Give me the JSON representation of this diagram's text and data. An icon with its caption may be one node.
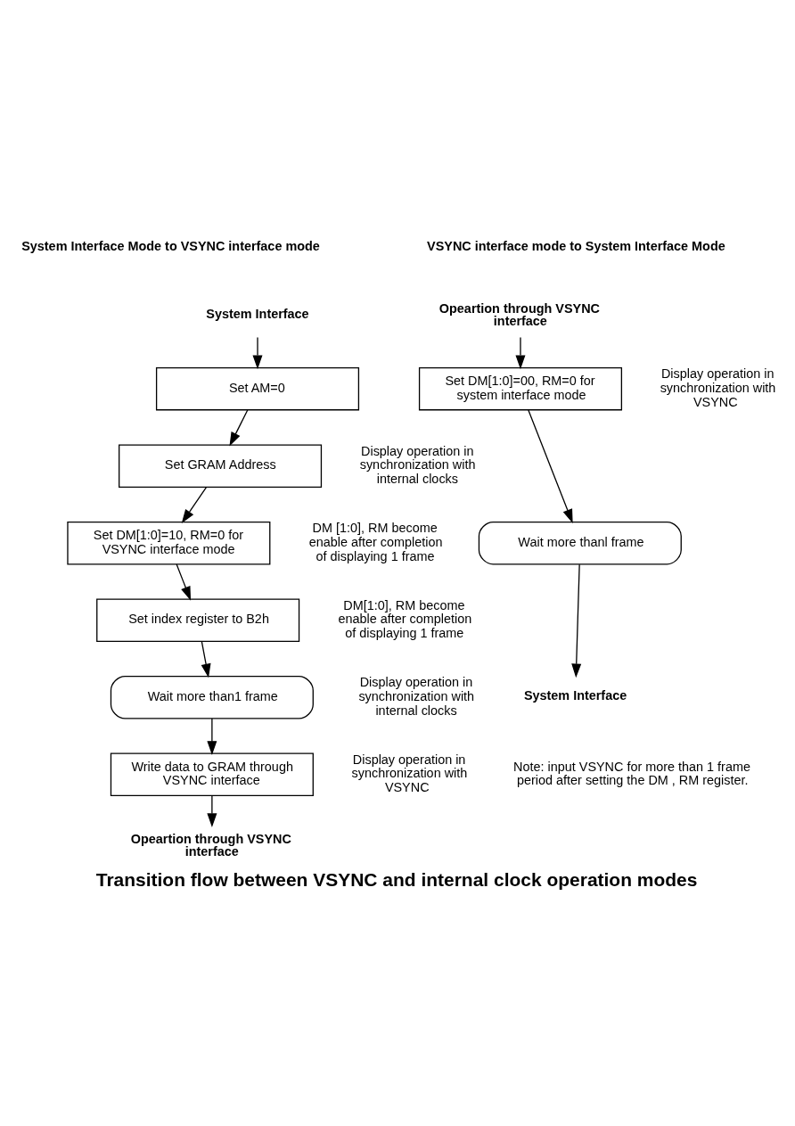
{
  "diagram": {
    "caption": "Transition flow between VSYNC and internal clock operation modes",
    "nodes": [
      {
        "text": [
          "System Interface"
        ]
      },
      {
        "text": [
          "Set AM=0"
        ]
      },
      {
        "text": [
          "Set GRAM Address"
        ]
      },
      {
        "text": [
          "Set DM[1:0]=10, RM=0 for VSYNC interface mode"
        ]
      },
      {
        "text": [
          "Set index register to B2h"
        ]
      },
      {
        "text": [
          "Wait more than1 frame"
        ]
      },
      {
        "text": [
          "Write data to GRAM through VSYNC interface"
        ]
      },
      {
        "text": [
          "Opeartion through VSYNC interface"
        ]
      },
      {
        "text": [
          "Opeartion through VSYNC interface"
        ]
      },
      {
        "text": [
          "Set DM[1:0]=00, RM=0 for system interface mode"
        ]
      },
      {
        "text": [
          "Wait more thanl frame"
        ]
      },
      {
        "text": [
          "System Interface"
        ]
      }
    ],
    "edges": [
      {
        "from": 0,
        "to": 1,
        "arrow": "to"
      },
      {
        "from": 1,
        "to": 2,
        "arrow": "to"
      },
      {
        "from": 2,
        "to": 3,
        "arrow": "to"
      },
      {
        "from": 3,
        "to": 4,
        "arrow": "to"
      },
      {
        "from": 4,
        "to": 5,
        "arrow": "to"
      },
      {
        "from": 5,
        "to": 6,
        "arrow": "to"
      },
      {
        "from": 6,
        "to": 7,
        "arrow": "to"
      },
      {
        "from": 8,
        "to": 9,
        "arrow": "to"
      },
      {
        "from": 9,
        "to": 10,
        "arrow": "to"
      },
      {
        "from": 10,
        "to": 11,
        "arrow": "to"
      }
    ],
    "labels": [
      "System Interface Mode to VSYNC interface mode",
      "VSYNC interface mode to System Interface Mode",
      "Display operation in synchronization with internal clocks",
      "DM[1:0], RM become enable after completion of displaying 1 frame",
      "Display operation in synchronization with VSYNC",
      "Display operation in synchronization with VSYNC",
      "DM [1:0], RM become enable after completion of displaying 1 frame",
      "Display operation in synchronization with internal clocks",
      "Note: input VSYNC for more than 1 frame period after setting the DM , RM register."
    ]
  }
}
